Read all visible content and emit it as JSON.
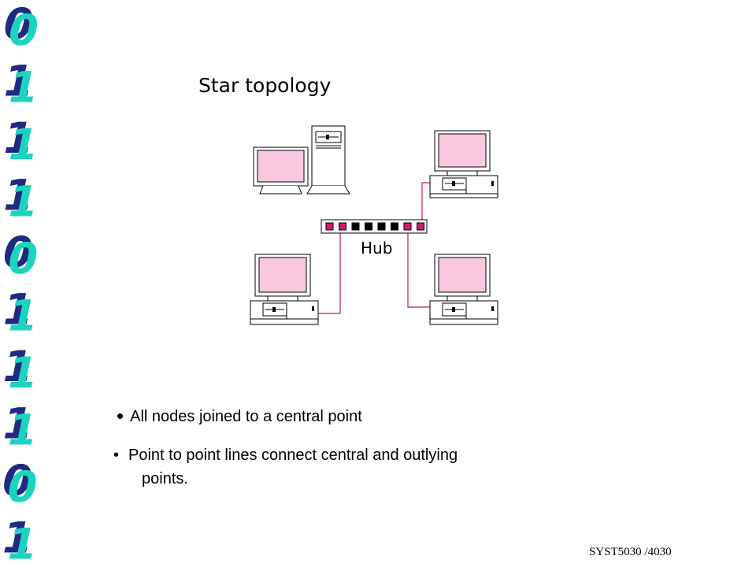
{
  "side_digits": [
    "0",
    "1",
    "1",
    "1",
    "0",
    "1",
    "1",
    "1",
    "0",
    "1"
  ],
  "title": "Star topology",
  "hub_label": "Hub",
  "bullets": [
    {
      "text": "All nodes joined to a central point"
    },
    {
      "text": "Point to point lines connect central and outlying",
      "continuation": "points."
    }
  ],
  "footer": "SYST5030 /4030",
  "colors": {
    "digit_dark": "#1f2a80",
    "digit_light": "#1ad4c0",
    "monitor_screen": "#f9c8df",
    "hub_port": "#d41a6e",
    "link_line": "#c2185b"
  }
}
